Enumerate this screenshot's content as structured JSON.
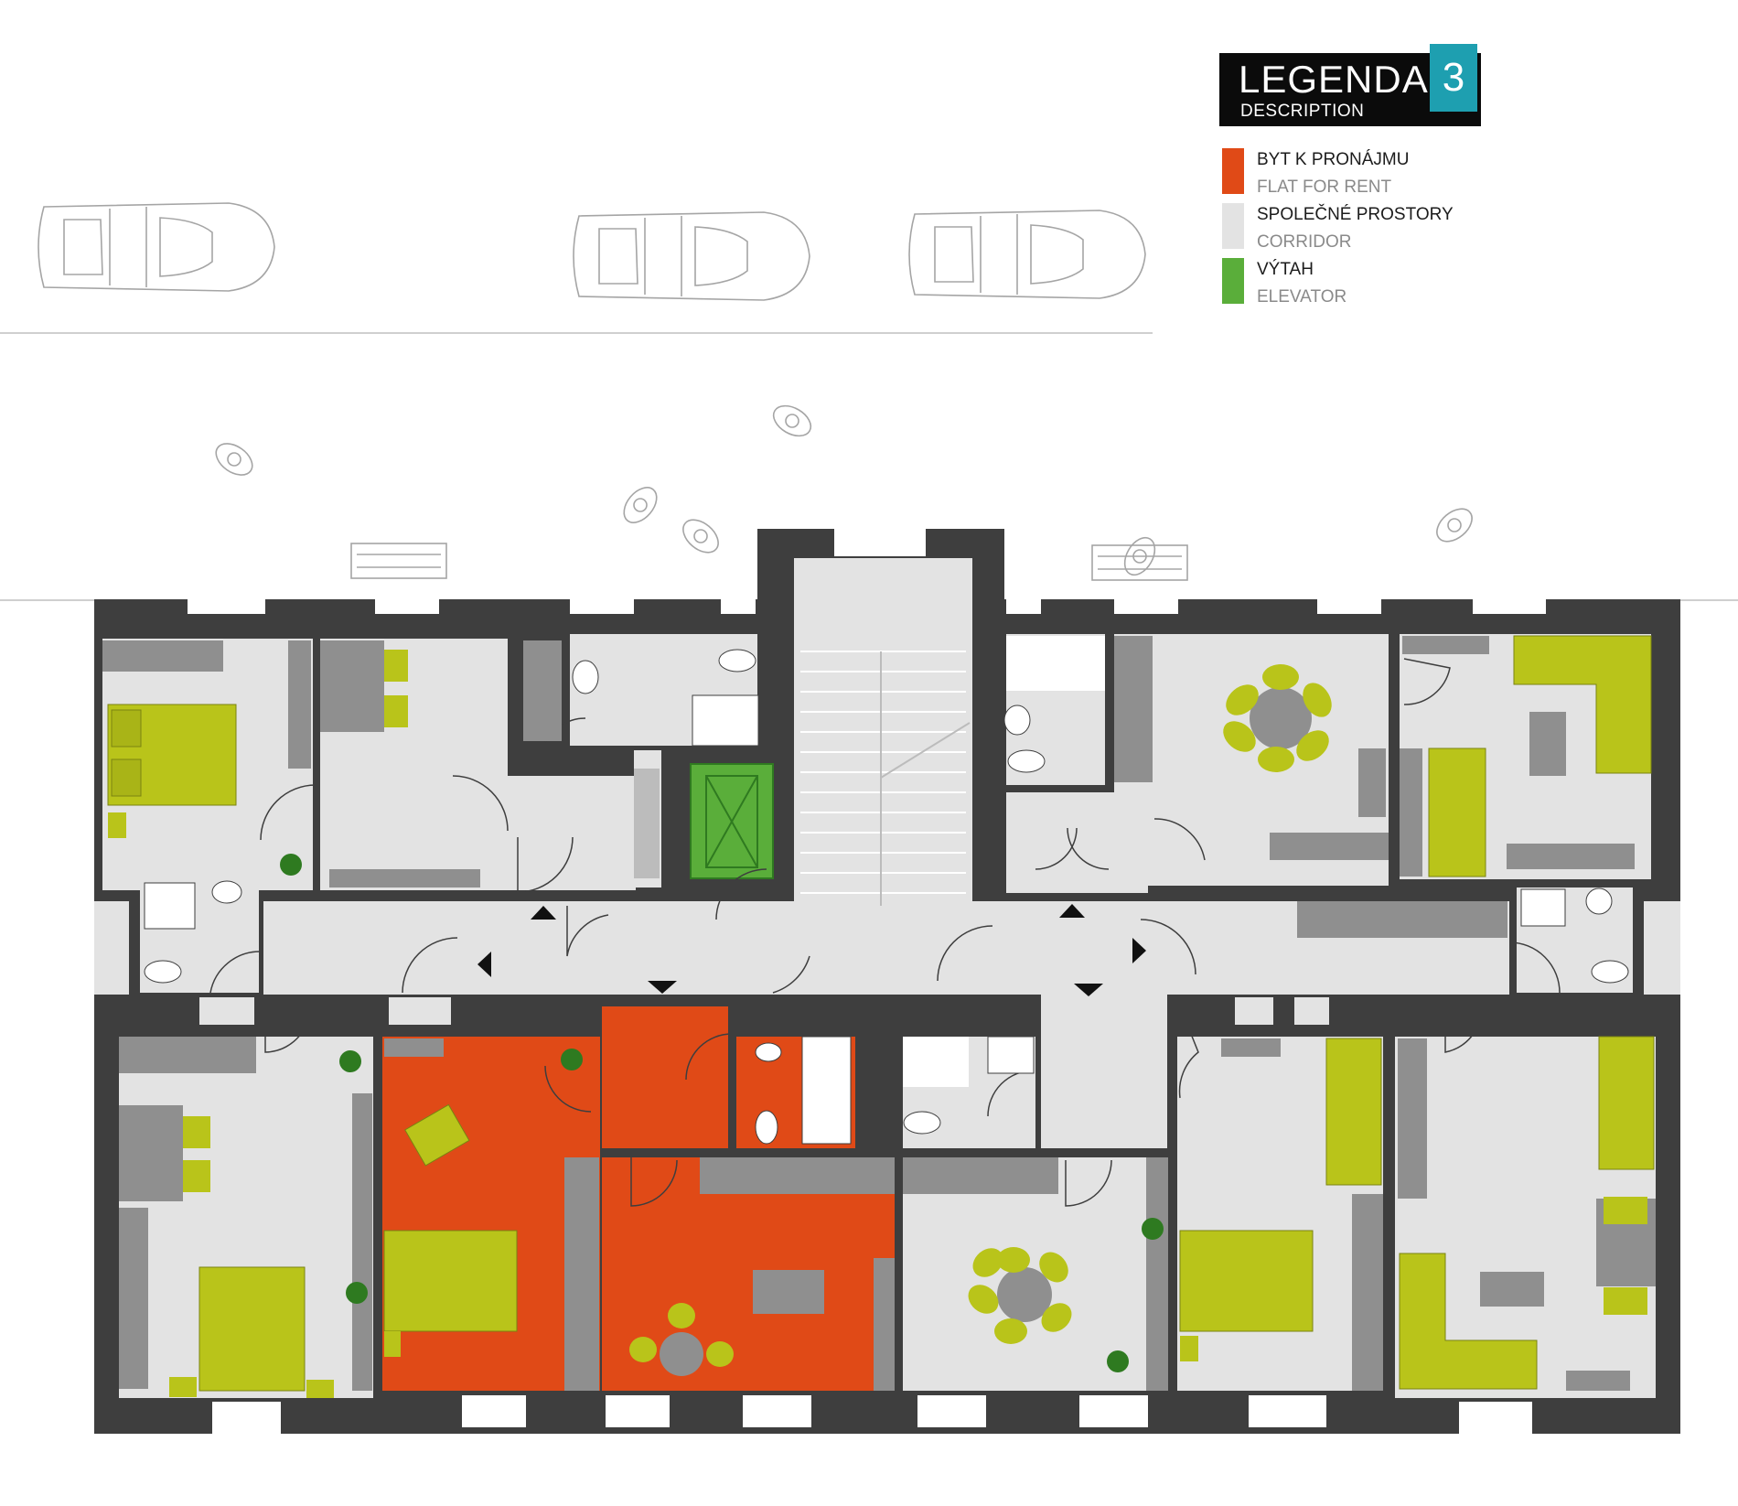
{
  "legend": {
    "title": "LEGENDA",
    "subtitle": "DESCRIPTION",
    "floor_number": "3",
    "colors": {
      "box": "#0b0b0b",
      "badge": "#1e9fb0"
    },
    "items": [
      {
        "label_cz": "BYT K PRONÁJMU",
        "label_en": "FLAT FOR RENT",
        "color": "#e04a17"
      },
      {
        "label_cz": "SPOLEČNÉ PROSTORY",
        "label_en": "CORRIDOR",
        "color": "#e3e3e3"
      },
      {
        "label_cz": "VÝTAH",
        "label_en": "ELEVATOR",
        "color": "#5aae3a"
      }
    ]
  },
  "plan_colors": {
    "wall": "#3e3e3e",
    "floor": "#e3e3e3",
    "flat": "#e04a17",
    "elevator": "#5aae3a",
    "furniture": "#b9c41a",
    "fixtures": "#8f8f8f",
    "outline": "#bcbcbc"
  }
}
